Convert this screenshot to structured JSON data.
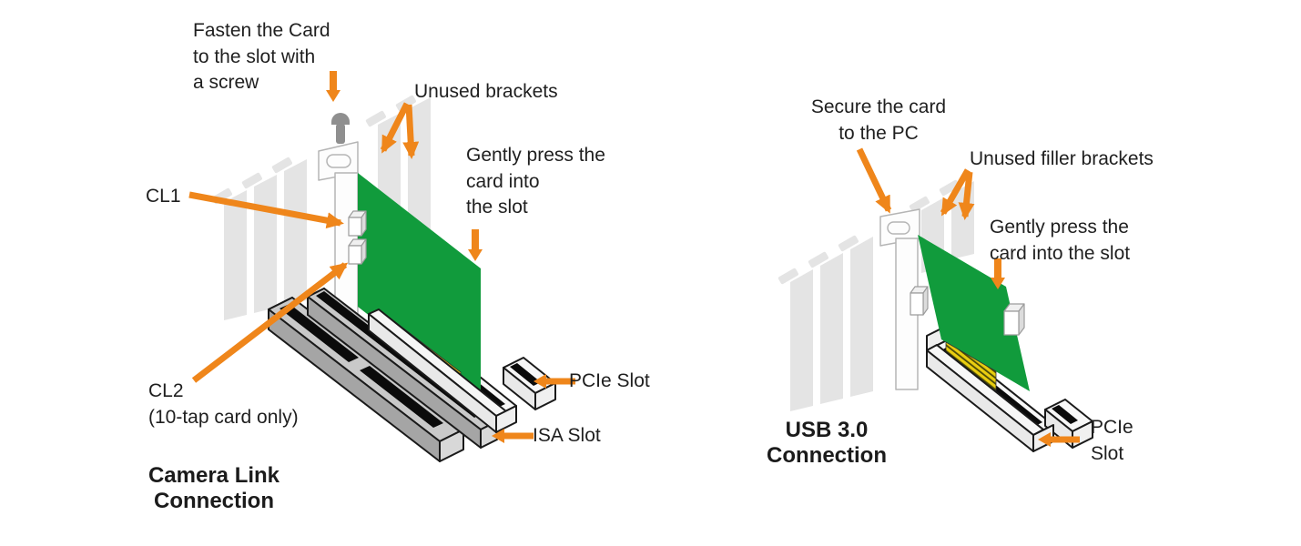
{
  "colors": {
    "arrow_orange": "#EF861B",
    "card_green": "#119B3C",
    "panel_gray": "#E4E4E4",
    "isa_gray": "#C9C9C9",
    "slot_white": "#F7F7F7",
    "gold_fingers": "#E9CD10",
    "text": "#1F1F1F",
    "background": "#FFFFFF"
  },
  "left_diagram": {
    "caption": "Camera Link\nConnection",
    "labels": {
      "fasten": "Fasten the Card\nto the slot with\na screw",
      "unused_brackets": "Unused brackets",
      "gently_press": "Gently press the\ncard into\nthe slot",
      "cl1": "CL1",
      "cl2": "CL2\n(10-tap card only)",
      "pcie_slot": "PCIe Slot",
      "isa_slot": "ISA Slot"
    }
  },
  "right_diagram": {
    "caption": "USB 3.0\nConnection",
    "labels": {
      "secure": "Secure the card\nto the PC",
      "unused_filler_brackets": "Unused filler brackets",
      "gently_press": "Gently press the\ncard into the slot",
      "pcie_slot": "PCIe\nSlot"
    }
  }
}
